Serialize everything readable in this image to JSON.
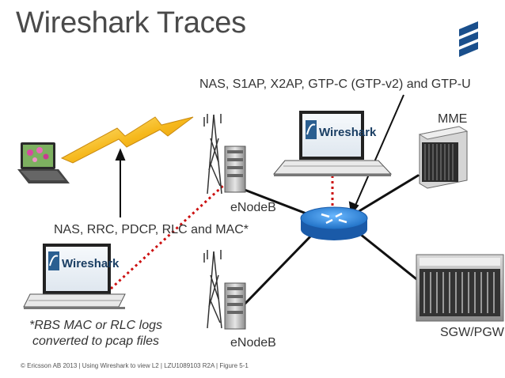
{
  "slide": {
    "title": "Wireshark Traces",
    "labels": {
      "top_protocols": "NAS, S1AP, X2AP, GTP-C (GTP-v2) and GTP-U",
      "radio_protocols": "NAS, RRC, PDCP, RLC and MAC*",
      "mme": "MME",
      "enodeb_top": "eNodeB",
      "enodeb_bottom": "eNodeB",
      "sgw_pgw": "SGW/PGW"
    },
    "laptops": {
      "top_wireshark": "Wireshark",
      "left_wireshark": "Wireshark"
    },
    "note_line1": "*RBS MAC or RLC logs",
    "note_line2": "converted to pcap files",
    "footer": "© Ericsson AB 2013  |  Using Wireshark to view L2  |  LZU1089103 R2A  |  Figure 5-1",
    "colors": {
      "title": "#4a4a4a",
      "logo": "#1a4f8c",
      "router": "#2a7fd8",
      "dotted_link": "#cc1111",
      "lightning": "#f2b21b"
    },
    "icons": [
      "ericsson-logo",
      "laptop-icon",
      "antenna-tower-icon",
      "router-icon",
      "server-rack-icon",
      "lightning-icon"
    ]
  }
}
